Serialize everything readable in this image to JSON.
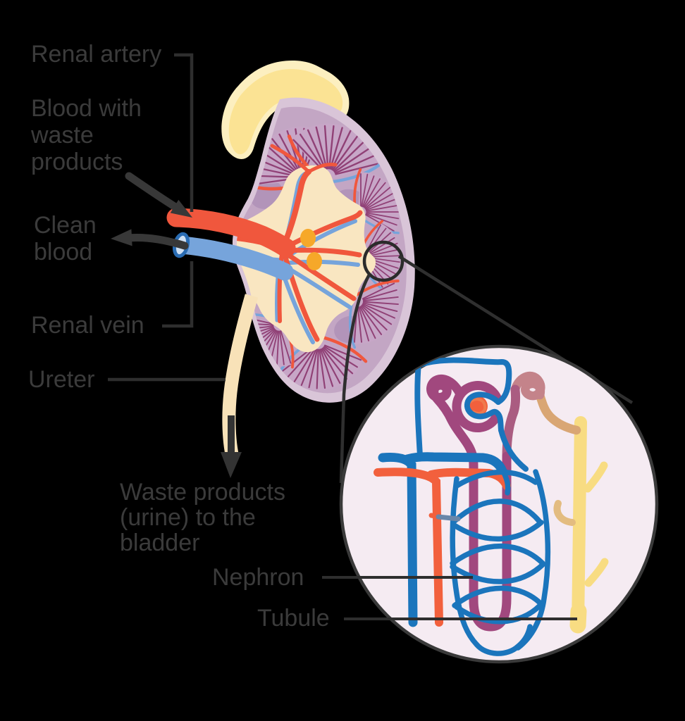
{
  "figure": {
    "type": "anatomical-diagram",
    "subject": "Kidney cross-section with magnified nephron inset"
  },
  "labels": {
    "renal_artery": "Renal artery",
    "blood_waste_lines": [
      "Blood with",
      "waste",
      "products"
    ],
    "clean_blood_lines": [
      "Clean",
      "blood"
    ],
    "renal_vein": "Renal vein",
    "ureter": "Ureter",
    "waste_products_lines": [
      "Waste products",
      "(urine) to the",
      "bladder"
    ],
    "nephron": "Nephron",
    "tubule": "Tubule"
  },
  "palette": {
    "background": "#000000",
    "text": "#3b3b3b",
    "line": "#2e2e2e",
    "arrow": "#383838",
    "artery_red": "#f0573d",
    "vein_blue": "#76a4db",
    "vein_ring": "#2a6cb3",
    "adrenal_inner": "#fbe394",
    "adrenal_outer": "#fcefc0",
    "capsule": "#d9c5d8",
    "cortex": "#c3a6c4",
    "renal_column": "#b294b9",
    "pyramid_fill": "#c7a6c7",
    "pyramid_stripe": "#8e3b72",
    "pelvis_cream": "#f9e6c1",
    "papilla_orange": "#f6a829",
    "ureter_cream": "#f8e2b8",
    "inset_bg": "#f5ebf2",
    "inset_outline": "#3a3a3a",
    "inset_blue": "#1b75bc",
    "inset_orange": "#f2603d",
    "inset_purple": "#a1487e",
    "inset_salmon": "#c4838a",
    "inset_tan": "#d9a674",
    "inset_yellow": "#f8dc82"
  }
}
